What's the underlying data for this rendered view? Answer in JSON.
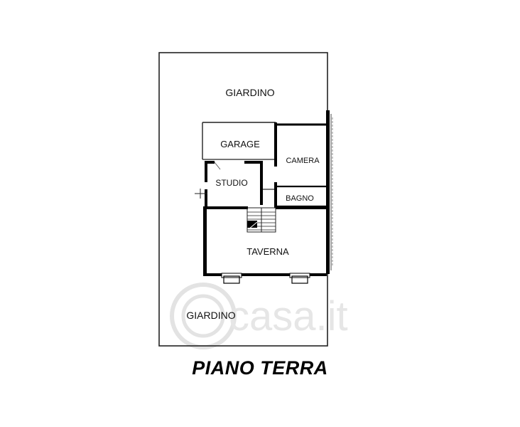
{
  "floor_plan": {
    "rooms": {
      "garden_top": "GIARDINO",
      "garage": "GARAGE",
      "camera": "CAMERA",
      "studio": "STUDIO",
      "bagno": "BAGNO",
      "taverna": "TAVERNA",
      "garden_bottom": "GIARDINO"
    },
    "watermark": "casa.it",
    "title": "PIANO TERRA"
  },
  "colors": {
    "wall": "#000000",
    "line": "#222222",
    "background": "#ffffff",
    "watermark": "#e6e6e6"
  }
}
